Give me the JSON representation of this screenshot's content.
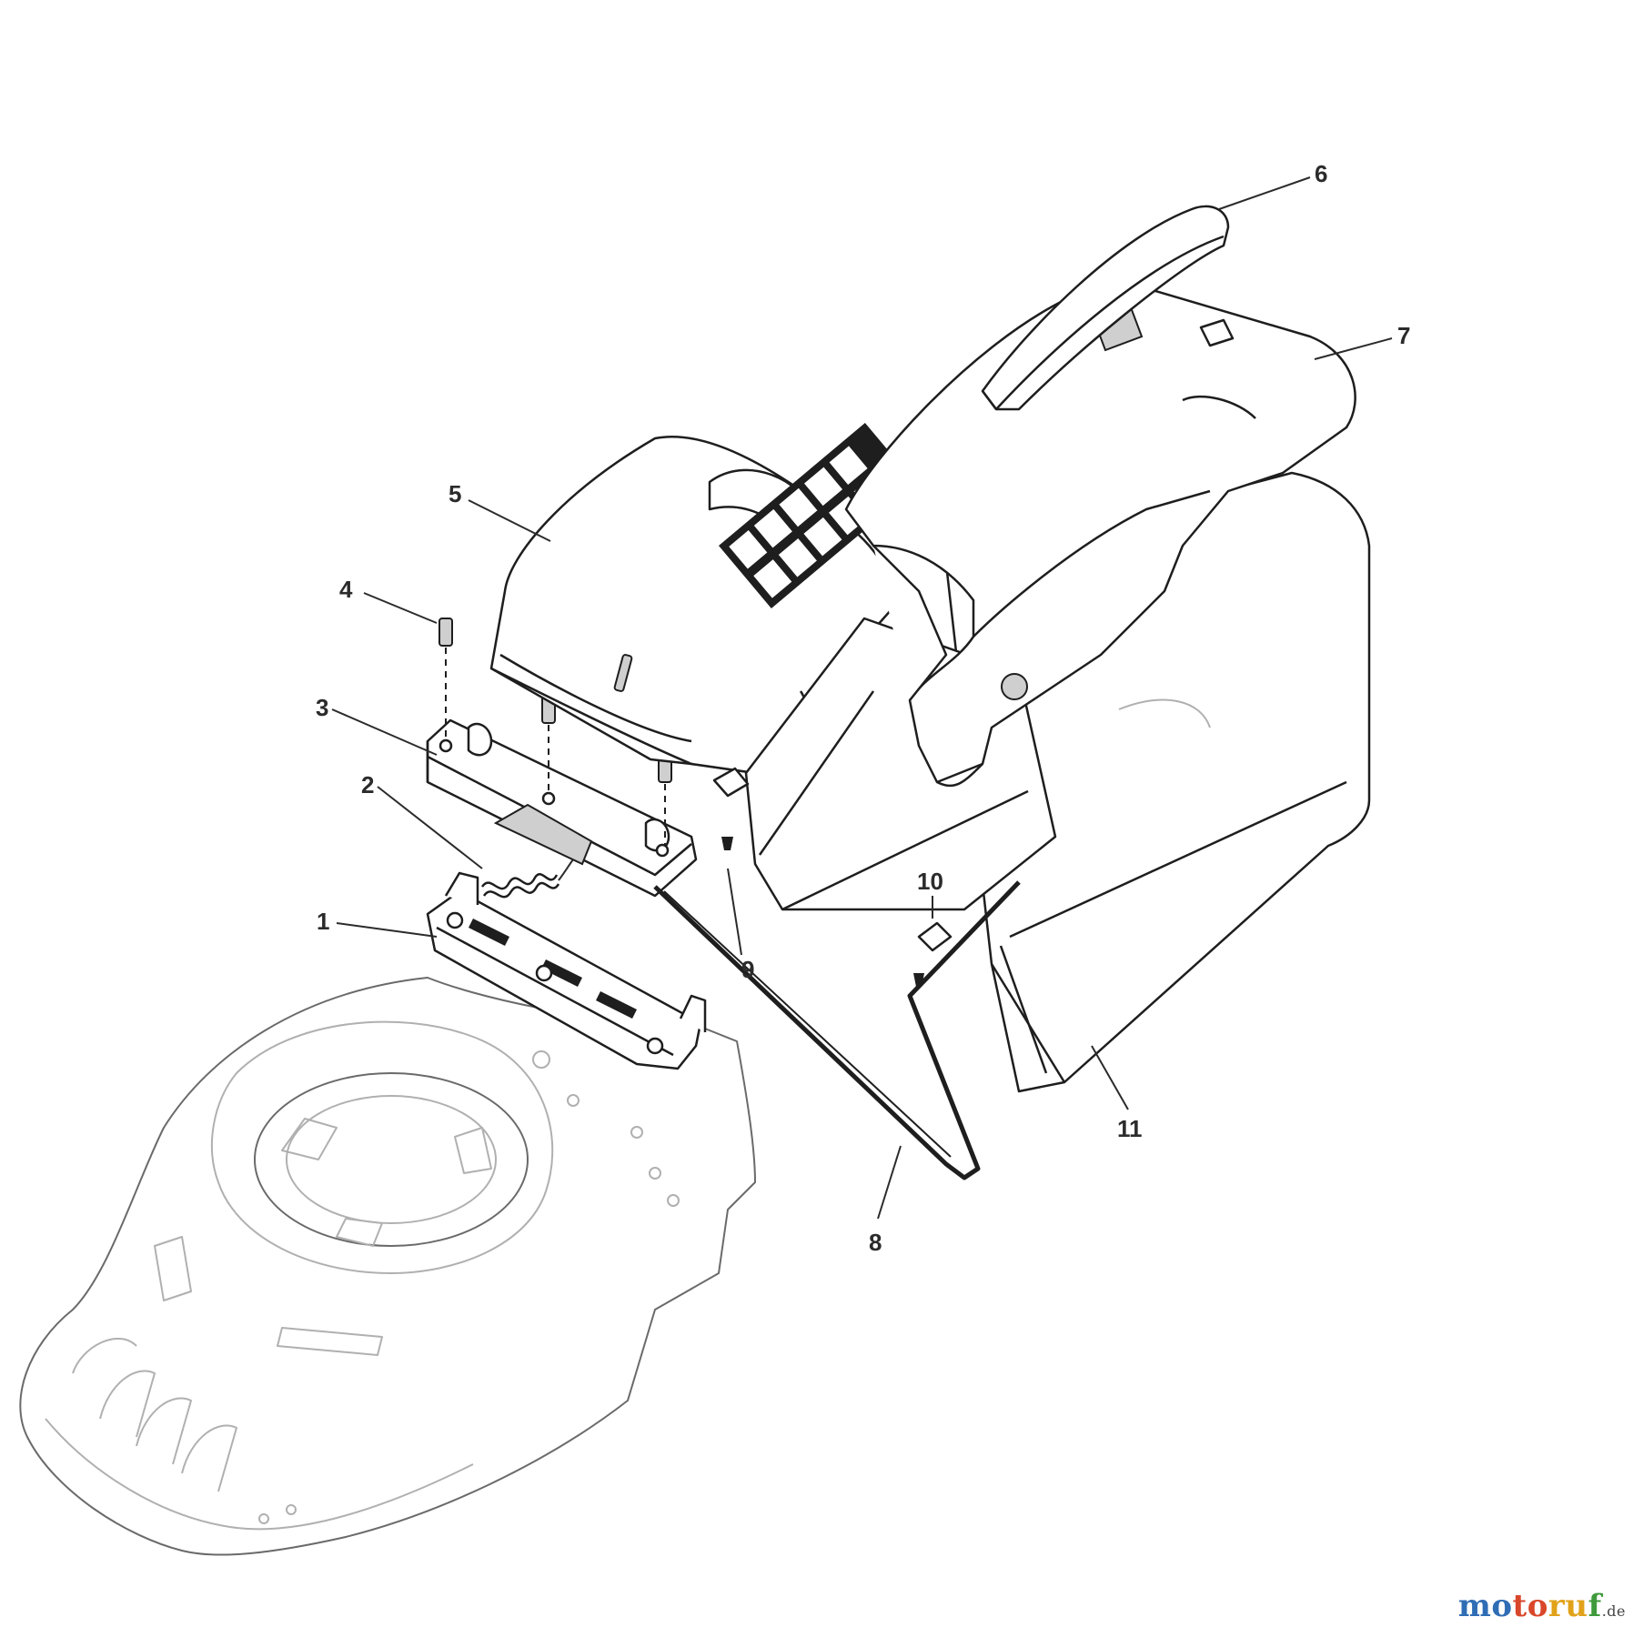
{
  "diagram": {
    "labels": [
      {
        "id": "1",
        "text": "1"
      },
      {
        "id": "2",
        "text": "2"
      },
      {
        "id": "3",
        "text": "3"
      },
      {
        "id": "4",
        "text": "4"
      },
      {
        "id": "5",
        "text": "5"
      },
      {
        "id": "6",
        "text": "6"
      },
      {
        "id": "7",
        "text": "7"
      },
      {
        "id": "8",
        "text": "8"
      },
      {
        "id": "9",
        "text": "9"
      },
      {
        "id": "10",
        "text": "10"
      },
      {
        "id": "11",
        "text": "11"
      }
    ]
  },
  "watermark": {
    "p1": "mo",
    "p2": "to",
    "p3": "ru",
    "p4": "f",
    "tld": ".de"
  },
  "colors": {
    "ink": "#1e1e1e",
    "deck_outline": "#6a6a6a",
    "brand_blue": "#2f6db5",
    "brand_red": "#d9472b",
    "brand_yellow": "#e1a21a",
    "brand_green": "#3f9a3c"
  }
}
